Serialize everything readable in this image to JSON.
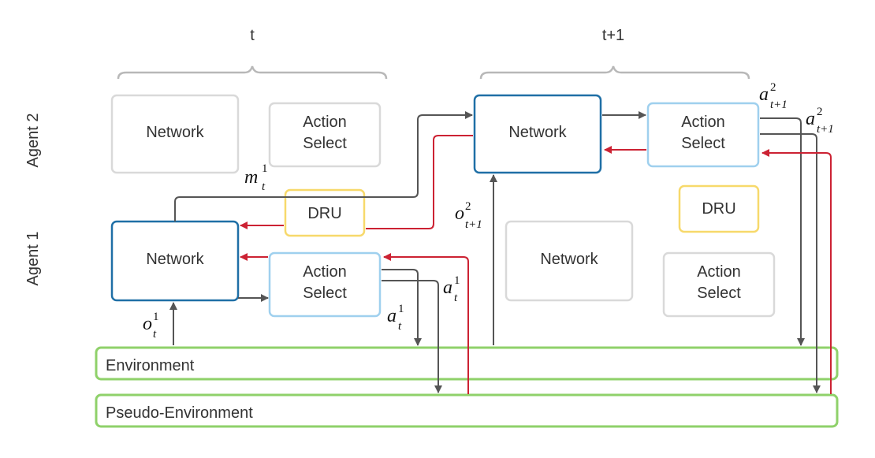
{
  "time_labels": {
    "t": "t",
    "t1": "t+1"
  },
  "agents": {
    "agent2": "Agent 2",
    "agent1": "Agent 1"
  },
  "boxes": {
    "network": "Network",
    "action_line1": "Action",
    "action_line2": "Select",
    "dru": "DRU"
  },
  "env": {
    "environment": "Environment",
    "pseudo": "Pseudo-Environment"
  },
  "math": {
    "m": "m",
    "o": "o",
    "a": "a",
    "sup1": "1",
    "sup2": "2",
    "sub_t": "t",
    "sub_t1": "t+1"
  },
  "colors": {
    "network_active": "#1f6fa6",
    "action_active": "#9fd0ee",
    "inactive": "#d9d9d9",
    "dru": "#f7d96b",
    "env": "#8fd16a",
    "arrow_gray": "#555555",
    "arrow_red": "#cc2233"
  }
}
